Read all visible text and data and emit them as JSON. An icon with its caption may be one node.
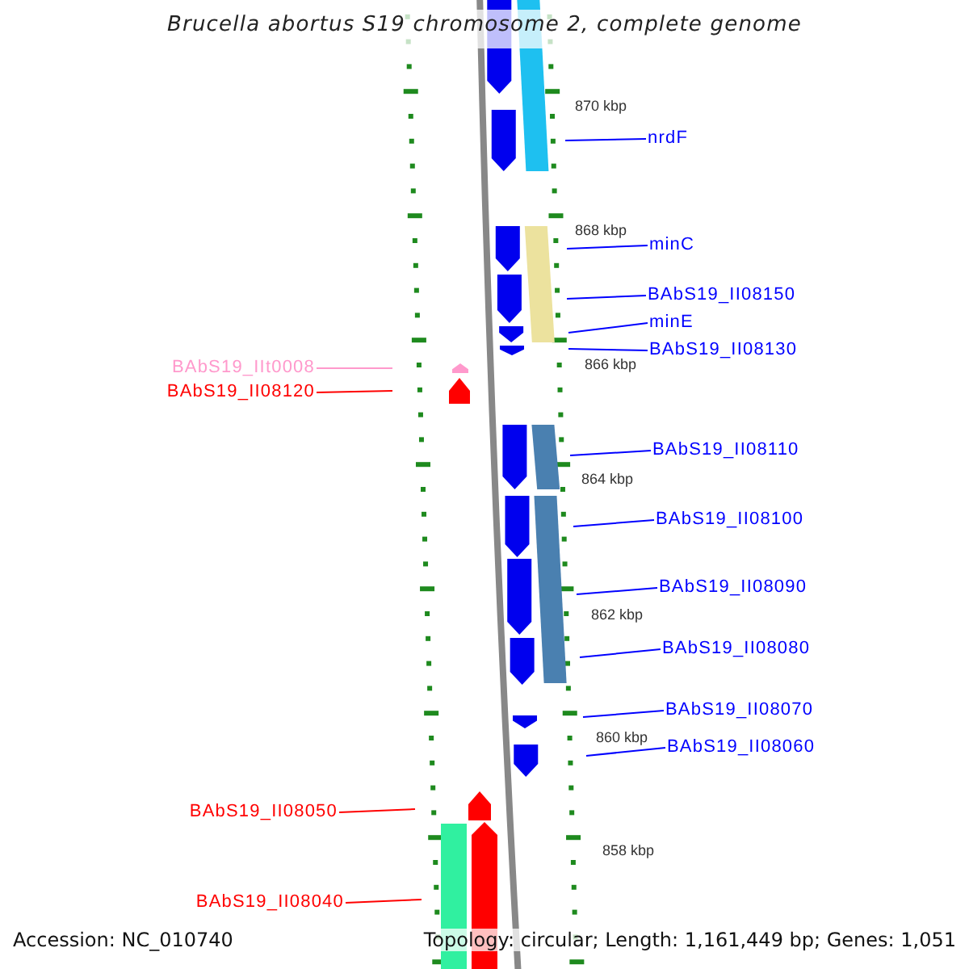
{
  "diagram": {
    "title": "Brucella abortus S19 chromosome 2, complete genome",
    "nodes": [
      {
        "text": [
          "nrdF"
        ]
      },
      {
        "text": [
          "minC"
        ]
      },
      {
        "text": [
          "BAbS19_II08150"
        ]
      },
      {
        "text": [
          "minE"
        ]
      },
      {
        "text": [
          "BAbS19_II08130"
        ]
      },
      {
        "text": [
          "BAbS19_IIt0008"
        ]
      },
      {
        "text": [
          "BAbS19_II08120"
        ]
      },
      {
        "text": [
          "BAbS19_II08110"
        ]
      },
      {
        "text": [
          "BAbS19_II08100"
        ]
      },
      {
        "text": [
          "BAbS19_II08090"
        ]
      },
      {
        "text": [
          "BAbS19_II08080"
        ]
      },
      {
        "text": [
          "BAbS19_II08070"
        ]
      },
      {
        "text": [
          "BAbS19_II08060"
        ]
      },
      {
        "text": [
          "BAbS19_II08050"
        ]
      },
      {
        "text": [
          "BAbS19_II08040"
        ]
      }
    ],
    "edges": [
      {
        "from": 0,
        "to": null,
        "arrow": "none"
      },
      {
        "from": 1,
        "to": null,
        "arrow": "none"
      },
      {
        "from": 2,
        "to": null,
        "arrow": "none"
      },
      {
        "from": 3,
        "to": null,
        "arrow": "none"
      },
      {
        "from": 4,
        "to": null,
        "arrow": "none"
      },
      {
        "from": 5,
        "to": null,
        "arrow": "none",
        "color": "#ff99cc"
      },
      {
        "from": 6,
        "to": null,
        "arrow": "none",
        "color": "#ff0000"
      },
      {
        "from": 7,
        "to": null,
        "arrow": "none"
      },
      {
        "from": 8,
        "to": null,
        "arrow": "none"
      },
      {
        "from": 9,
        "to": null,
        "arrow": "none"
      },
      {
        "from": 10,
        "to": null,
        "arrow": "none"
      },
      {
        "from": 11,
        "to": null,
        "arrow": "none"
      },
      {
        "from": 12,
        "to": null,
        "arrow": "none"
      },
      {
        "from": 13,
        "to": null,
        "arrow": "none",
        "color": "#ff0000"
      },
      {
        "from": 14,
        "to": null,
        "arrow": "none",
        "color": "#ff0000"
      }
    ],
    "labels": [
      "870 kbp",
      "868 kbp",
      "866 kbp",
      "864 kbp",
      "862 kbp",
      "860 kbp",
      "858 kbp",
      "Accession: NC_010740",
      "Topology: circular; Length: 1,161,449 bp; Genes: 1,051"
    ]
  }
}
